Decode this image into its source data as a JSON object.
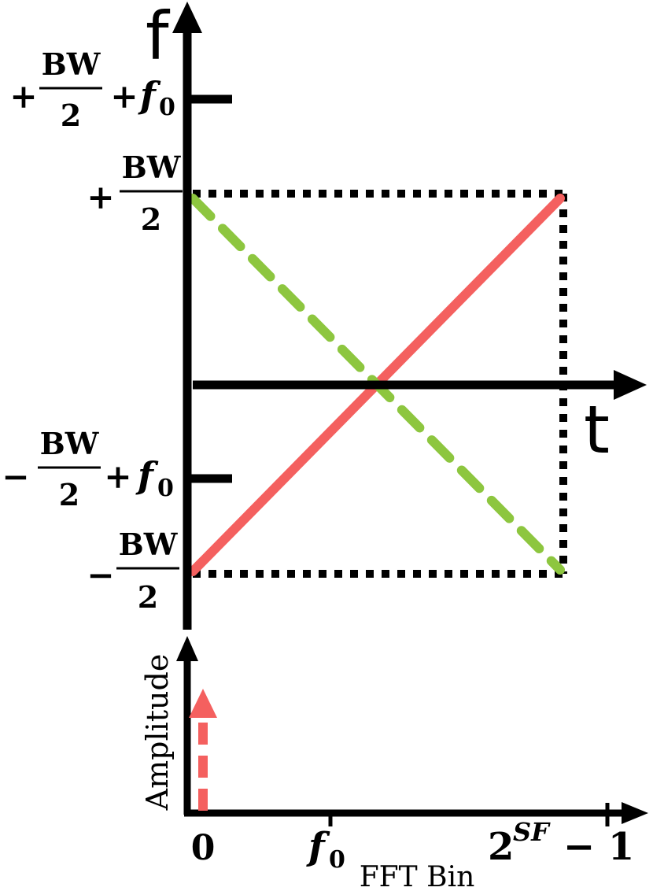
{
  "top_plot": {
    "y_axis_label": "f",
    "x_axis_label": "t",
    "ticks": {
      "upper_f0": {
        "sign": "+",
        "num": "BW",
        "den": "2",
        "suffix": "+",
        "var": "f",
        "sub": "0"
      },
      "upper_bw": {
        "sign": "+",
        "num": "BW",
        "den": "2"
      },
      "lower_f0": {
        "sign": "−",
        "num": "BW",
        "den": "2",
        "suffix": "+",
        "var": "f",
        "sub": "0"
      },
      "lower_bw": {
        "sign": "−",
        "num": "BW",
        "den": "2"
      }
    },
    "colors": {
      "upchirp": "#f4605f",
      "downchirp": "#8dc63f",
      "axis": "#000000"
    }
  },
  "bottom_plot": {
    "y_axis_label": "Amplitude",
    "x_axis_label": "FFT Bin",
    "ticks": {
      "zero": "0",
      "f0_var": "f",
      "f0_sub": "0",
      "end_base": "2",
      "end_exp": "SF",
      "end_rest": "− 1"
    },
    "colors": {
      "peak": "#f4605f"
    }
  }
}
